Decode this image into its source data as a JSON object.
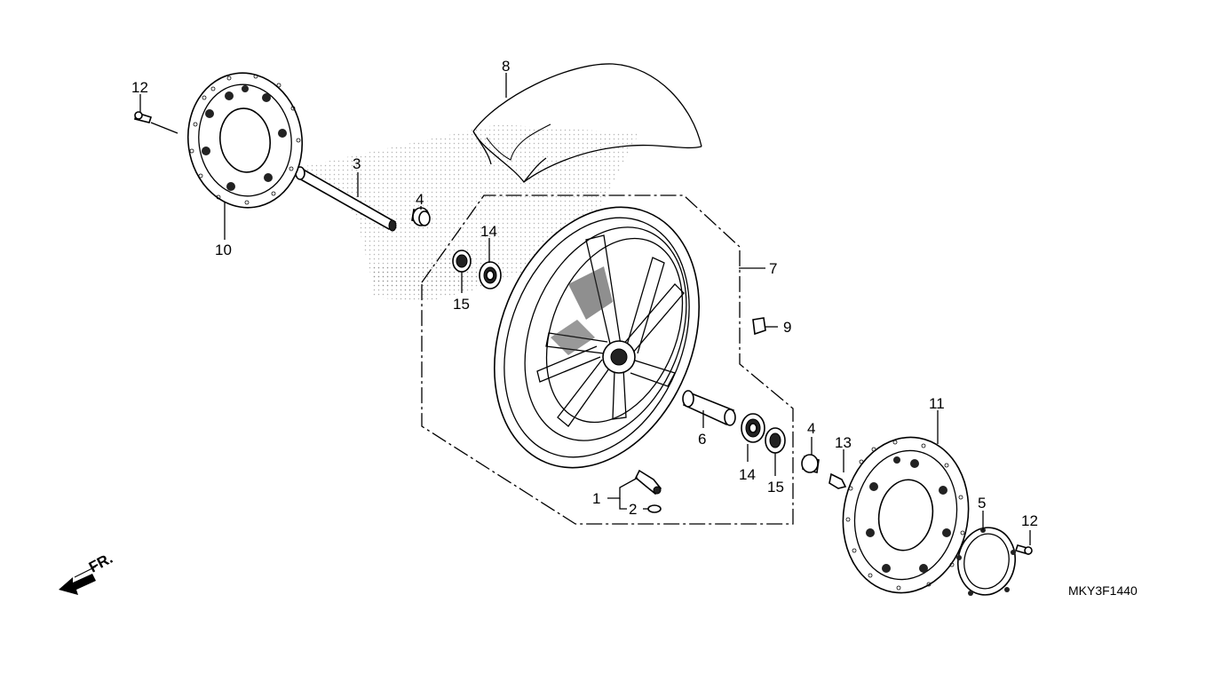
{
  "diagram": {
    "code": "MKY3F1440",
    "front_arrow_label": "FR.",
    "callouts": {
      "c1": "1",
      "c2": "2",
      "c3": "3",
      "c4a": "4",
      "c4b": "4",
      "c5": "5",
      "c6": "6",
      "c7": "7",
      "c8": "8",
      "c9": "9",
      "c10": "10",
      "c11": "11",
      "c12a": "12",
      "c12b": "12",
      "c13": "13",
      "c14a": "14",
      "c14b": "14",
      "c15a": "15",
      "c15b": "15"
    }
  },
  "colors": {
    "line": "#000000",
    "background": "#ffffff",
    "stipple": "#7a7a7a"
  }
}
